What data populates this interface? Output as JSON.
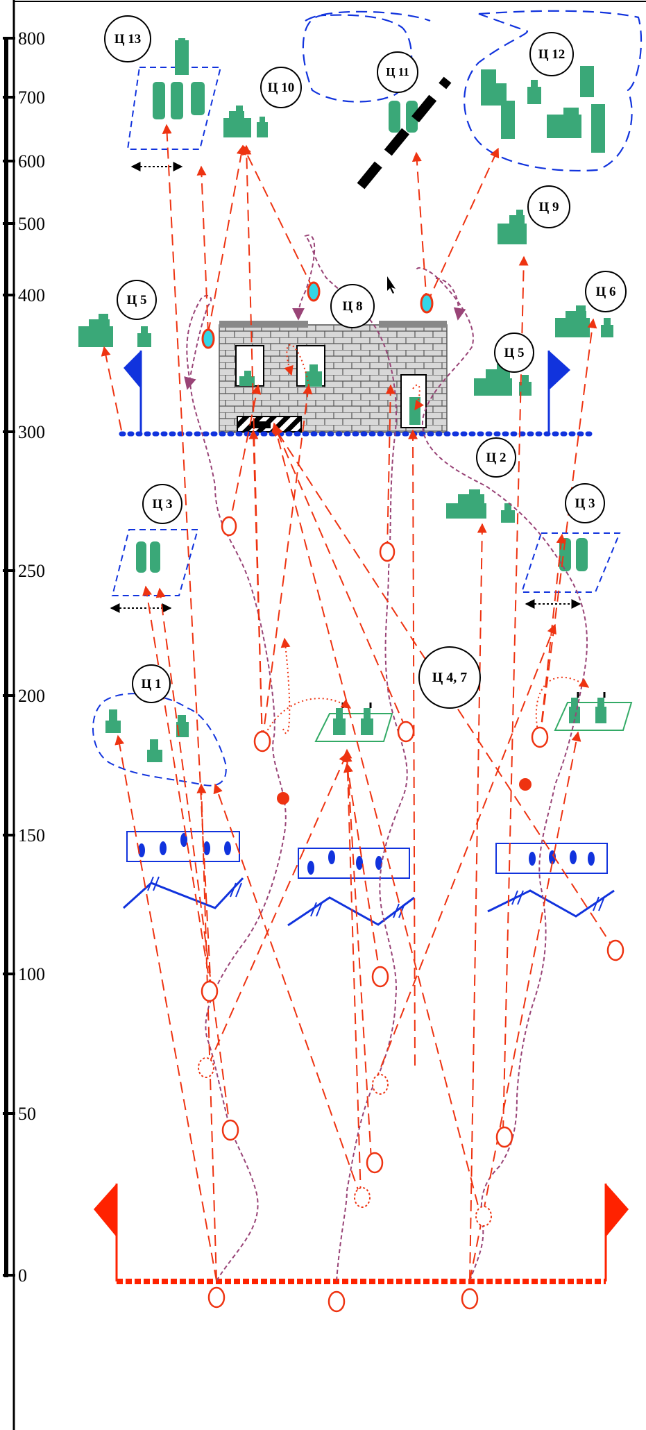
{
  "scale": {
    "ticks": [
      "800",
      "700",
      "600",
      "500",
      "400",
      "300",
      "250",
      "200",
      "150",
      "100",
      "50",
      "0"
    ]
  },
  "targets": {
    "c13": "Ц 13",
    "c10": "Ц 10",
    "c11": "Ц 11",
    "c12": "Ц 12",
    "c9": "Ц 9",
    "c5_left": "Ц 5",
    "c8": "Ц 8",
    "c5_right": "Ц 5",
    "c6": "Ц 6",
    "c2": "Ц 2",
    "c3_left": "Ц 3",
    "c3_right": "Ц 3",
    "c1": "Ц 1",
    "c47": "Ц 4, 7"
  },
  "colors": {
    "target_green": "#3aa878",
    "route_red": "#ee3311",
    "route_purple": "#994477",
    "friendly_blue": "#1133dd",
    "flag_red": "#ff2200",
    "wall_gray": "#d8d8d8",
    "marker_cyan": "#33d6e6"
  }
}
